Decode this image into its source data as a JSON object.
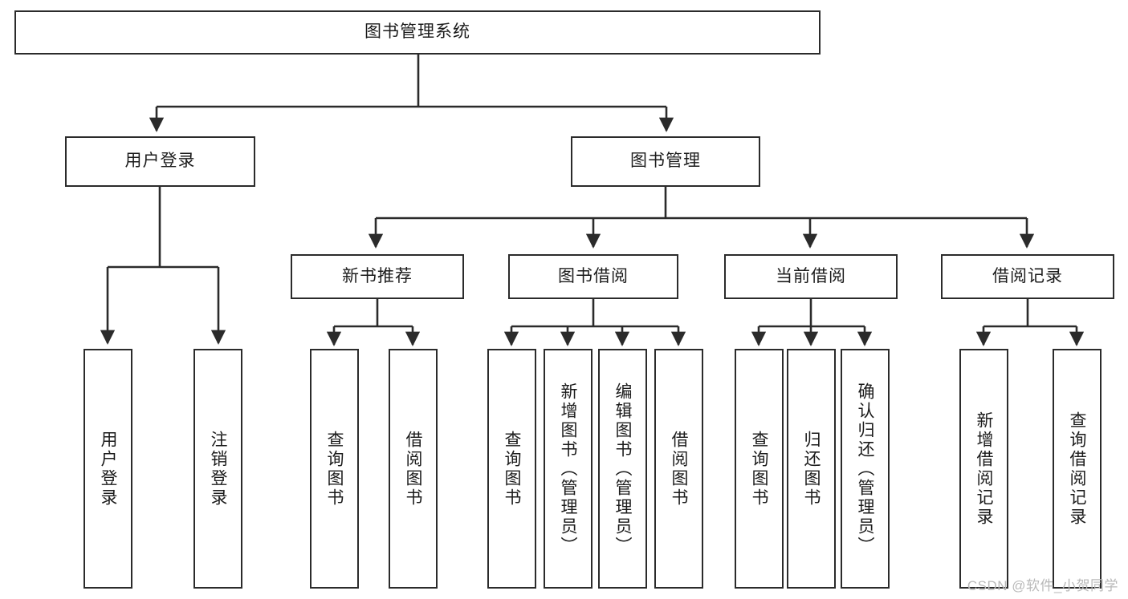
{
  "diagram": {
    "title": "图书管理系统",
    "type": "tree-hierarchy-diagram",
    "colors": {
      "box_border": "#2b2b2b",
      "box_fill": "#ffffff",
      "edge": "#2b2b2b",
      "text": "#1b1b1b",
      "watermark": "#b9b9b9",
      "background": "#ffffff"
    }
  },
  "nodes": {
    "root": {
      "label": "图书管理系统"
    },
    "level2": [
      {
        "label": "用户登录"
      },
      {
        "label": "图书管理"
      }
    ],
    "level3": [
      {
        "label": "新书推荐"
      },
      {
        "label": "图书借阅"
      },
      {
        "label": "当前借阅"
      },
      {
        "label": "借阅记录"
      }
    ],
    "leaves": {
      "user_login": [
        {
          "label": "用户登录"
        },
        {
          "label": "注销登录"
        }
      ],
      "new_book_recommend": [
        {
          "label": "查询图书"
        },
        {
          "label": "借阅图书"
        }
      ],
      "book_borrow": [
        {
          "label": "查询图书"
        },
        {
          "label": "新增图书（管理员）"
        },
        {
          "label": "编辑图书（管理员）"
        },
        {
          "label": "借阅图书"
        }
      ],
      "current_borrow": [
        {
          "label": "查询图书"
        },
        {
          "label": "归还图书"
        },
        {
          "label": "确认归还（管理员）"
        }
      ],
      "borrow_records": [
        {
          "label": "新增借阅记录"
        },
        {
          "label": "查询借阅记录"
        }
      ]
    }
  },
  "watermark": {
    "text": "CSDN @软件_小贺同学"
  }
}
